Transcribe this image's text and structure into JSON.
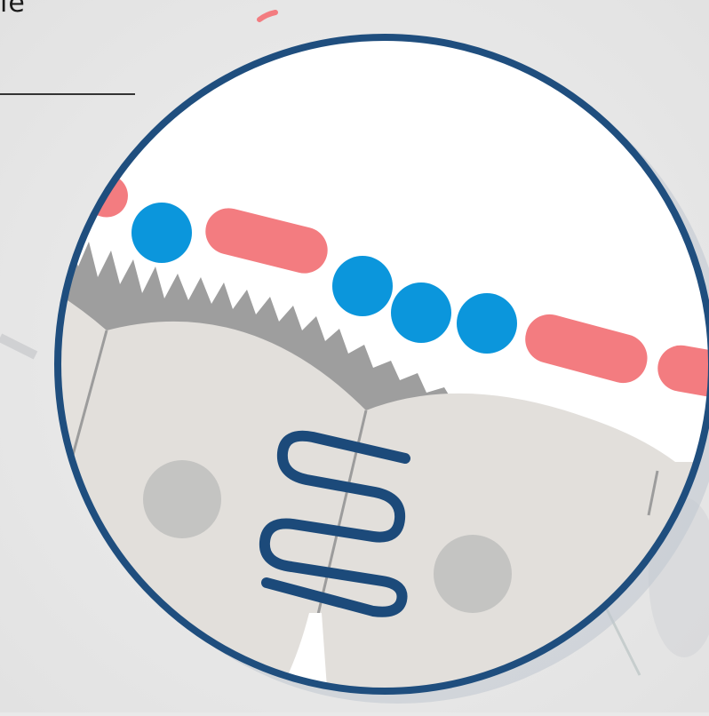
{
  "figure": {
    "label_text": "le"
  },
  "colors": {
    "background": "#e9e9e9",
    "background_shadow": "#c9cdd3",
    "circle_border": "#1f4e7e",
    "lumen": "#ffffff",
    "cell_fill": "#e2dfdb",
    "microvilli": "#9e9e9e",
    "nucleus": "#c4c4c2",
    "tight_junction_coil": "#1c4a7a",
    "red_particle": "#f37c80",
    "blue_particle": "#0b96dc",
    "leader_line": "#333333"
  },
  "icons": {
    "particle_shapes": [
      "red-rod-particle",
      "blue-round-particle"
    ],
    "membrane_projection": "microvilli",
    "junction_symbol": "coiled-junction"
  }
}
